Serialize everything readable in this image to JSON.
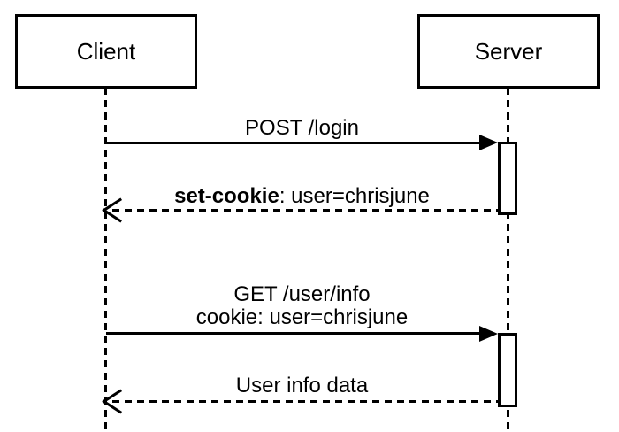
{
  "diagram": {
    "type": "sequence",
    "background_color": "#ffffff",
    "line_color": "#000000",
    "actors": [
      {
        "id": "client",
        "label": "Client"
      },
      {
        "id": "server",
        "label": "Server"
      }
    ],
    "messages": [
      {
        "from": "Client",
        "to": "Server",
        "line_style": "solid",
        "arrowhead": "filled",
        "label": "POST /login"
      },
      {
        "from": "Server",
        "to": "Client",
        "line_style": "dashed",
        "arrowhead": "open",
        "label_bold": "set-cookie",
        "label_regular": ": user=chrisjune"
      },
      {
        "from": "Client",
        "to": "Server",
        "line_style": "solid",
        "arrowhead": "filled",
        "label_line1": "GET /user/info",
        "label_line2": "cookie: user=chrisjune"
      },
      {
        "from": "Server",
        "to": "Client",
        "line_style": "dashed",
        "arrowhead": "open",
        "label": "User info data"
      }
    ],
    "activations": [
      {
        "actor": "server",
        "during": "login request"
      },
      {
        "actor": "server",
        "during": "user info request"
      }
    ]
  }
}
